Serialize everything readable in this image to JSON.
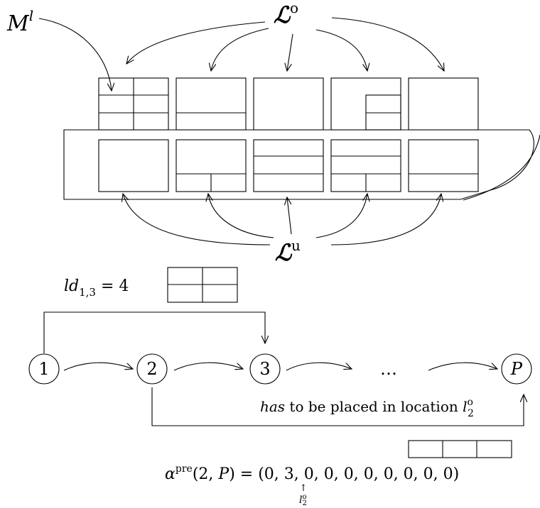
{
  "labels": {
    "m_l": {
      "base": "M",
      "sup": "l"
    },
    "l_over": {
      "base": "ℒ",
      "sup": "o"
    },
    "l_under": {
      "base": "ℒ",
      "sup": "u"
    },
    "ld_eq": {
      "base": "ld",
      "sub": "1,3",
      "rest": " = 4"
    },
    "has_text": {
      "em": "has",
      "rest": " to be placed in location ",
      "var": "l",
      "sub": "2",
      "sup": "o"
    },
    "alpha_eq": {
      "base": "α",
      "sup": "pre",
      "args": "(2, ",
      "argP": "P",
      "mid": ") = (0, ",
      "three": "3",
      "tail": ", 0, 0, 0, 0, 0, 0, 0, 0)"
    },
    "alpha_pointer": {
      "arrow": "↑",
      "var": "l",
      "sub": "2",
      "sup": "o"
    }
  },
  "nodes": [
    "1",
    "2",
    "3",
    "…",
    "P"
  ]
}
